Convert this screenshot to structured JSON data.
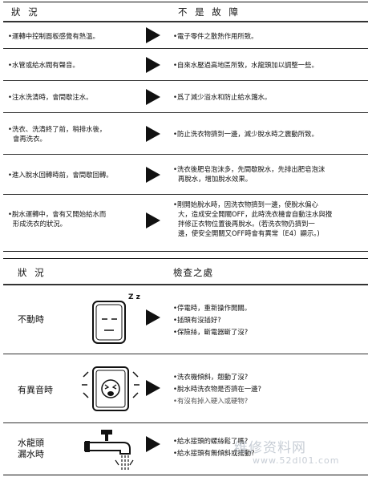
{
  "table1": {
    "header_left": "狀 況",
    "header_right": "不 是 故 障",
    "rows": [
      {
        "left": [
          "•運轉中控制面板感覺有熱溫。"
        ],
        "right": [
          "•電子零件之散熱作用所致。"
        ]
      },
      {
        "left": [
          "•水管或給水閥有聲音。"
        ],
        "right": [
          "•自來水壓過高地區所致，水龍頭加以調整一些。"
        ]
      },
      {
        "left": [
          "•注水洗清時，會間歇注水。"
        ],
        "right": [
          "•爲了減少溢水和防止給水濺水。"
        ]
      },
      {
        "left": [
          "•洗衣、洗清終了前，稍排水後，",
          "會再洗衣。"
        ],
        "right": [
          "•防止洗衣物擠到一邊，減少脫水時之震動所致。"
        ]
      },
      {
        "left": [
          "•進入脫水回轉時前，會間歇回轉。"
        ],
        "right": [
          "•洗衣後肥皂泡沫多，先間歇脫水，先排出肥皂泡沫",
          "再脫水，增加脫水效果。"
        ]
      },
      {
        "left": [
          "•脫水運轉中，會有又開始給水而",
          "形成洗衣的狀況。"
        ],
        "right": [
          "•剛開始脫水時，因洗衣物擠到一邊，使脫水偏心",
          "大，造成安全開關OFF，此時洗衣機會自動注水與攪",
          "拌修正衣物位置後再脫水。(若洗衣物仍擠到一",
          "邊，使安全開關又OFF時會有異常〔E4〕顯示。)"
        ]
      }
    ]
  },
  "table2": {
    "header_left": "狀 況",
    "header_right": "檢查之處",
    "rows": [
      {
        "left": [
          "不動時"
        ],
        "right": [
          "•停電時，重新操作開關。",
          "•插頭有沒插好?",
          "•保險絲，斷電器斷了沒?"
        ],
        "icon": "sleeping-machine-icon",
        "icon_text": "Z z"
      },
      {
        "left": [
          "有異音時"
        ],
        "right": [
          "•洗衣機傾斜，翹動了沒?",
          "•脫水時洗衣物是否擠在一邊?",
          "•有沒有掉入硬入或硬物?"
        ],
        "icon": "noisy-machine-icon"
      },
      {
        "left": [
          "水龍頭",
          "漏水時"
        ],
        "right": [
          "•給水接頭的螺絲鬆了嗎?",
          "•給水接頭有無傾斜或搖動?"
        ],
        "icon": "leaking-faucet-icon"
      }
    ]
  },
  "watermark": {
    "text": "维修资料网",
    "url": "www.52dl01.com"
  }
}
